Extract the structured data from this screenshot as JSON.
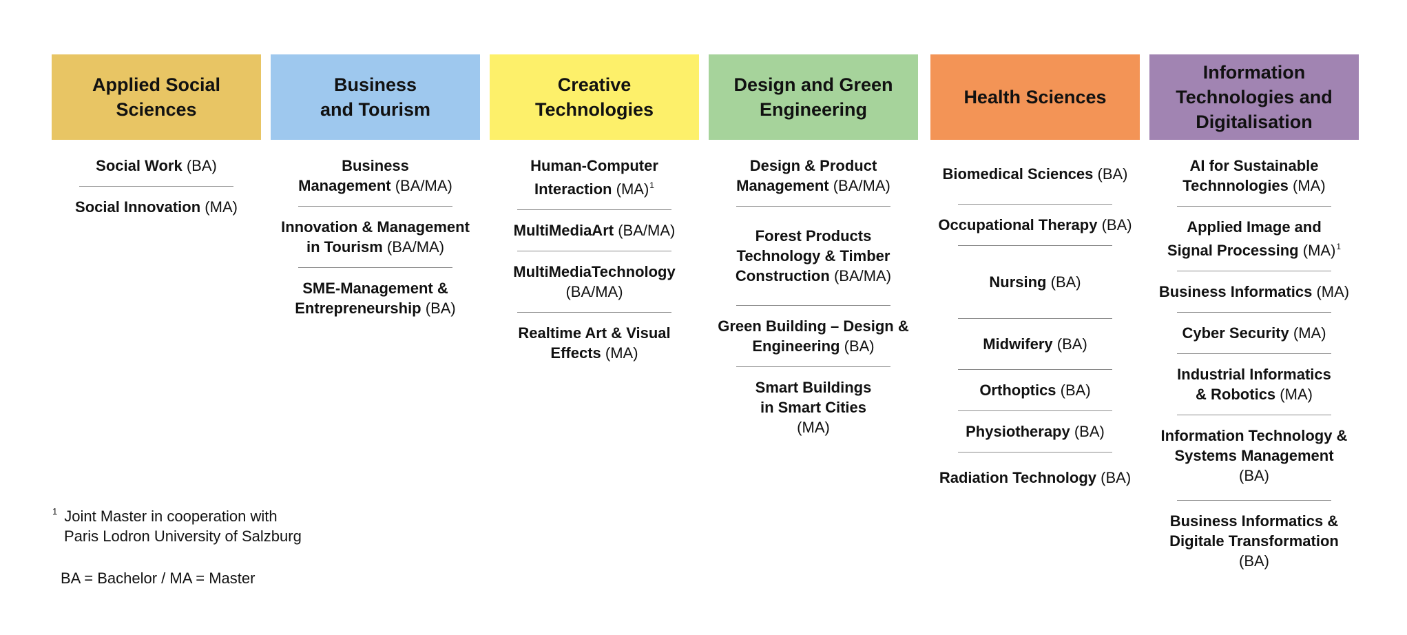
{
  "columns": [
    {
      "title": "Applied Social Sciences",
      "color": "#E8C564",
      "programs": [
        {
          "name": "Social Work",
          "suffix": "(BA)",
          "mark": ""
        },
        {
          "name": "Social Innovation",
          "suffix": "(MA)",
          "mark": ""
        }
      ]
    },
    {
      "title": "Business and Tourism",
      "color": "#9EC8EE",
      "programs": [
        {
          "name": "Business Management",
          "suffix": "(BA/MA)",
          "mark": ""
        },
        {
          "name": "Innovation & Management in Tourism",
          "suffix": "(BA/MA)",
          "mark": ""
        },
        {
          "name": "SME-Management & Entrepreneurship",
          "suffix": "(BA)",
          "mark": ""
        }
      ]
    },
    {
      "title": "Creative Technologies",
      "color": "#FDF06A",
      "programs": [
        {
          "name": "Human-Computer Interaction",
          "suffix": "(MA)",
          "mark": "1"
        },
        {
          "name": "MultiMediaArt",
          "suffix": "(BA/MA)",
          "mark": ""
        },
        {
          "name": "MultiMediaTechnology",
          "suffix": "(BA/MA)",
          "mark": ""
        },
        {
          "name": "Realtime Art & Visual Effects",
          "suffix": "(MA)",
          "mark": ""
        }
      ]
    },
    {
      "title": "Design and Green Engineering",
      "color": "#A6D39B",
      "programs": [
        {
          "name": "Design & Product Management",
          "suffix": "(BA/MA)",
          "mark": ""
        },
        {
          "name": "Forest Products Technology & Timber Construction",
          "suffix": "(BA/MA)",
          "mark": ""
        },
        {
          "name": "Green Building – Design & Engineering",
          "suffix": "(BA)",
          "mark": ""
        },
        {
          "name": "Smart Buildings in Smart Cities",
          "suffix": "(MA)",
          "mark": ""
        }
      ]
    },
    {
      "title": "Health Sciences",
      "color": "#F39456",
      "programs": [
        {
          "name": "Biomedical Sciences",
          "suffix": "(BA)",
          "mark": ""
        },
        {
          "name": "Occupational Therapy",
          "suffix": " (BA)",
          "mark": ""
        },
        {
          "name": "Nursing",
          "suffix": "(BA)",
          "mark": ""
        },
        {
          "name": "Midwifery",
          "suffix": "(BA)",
          "mark": ""
        },
        {
          "name": "Orthoptics",
          "suffix": "(BA)",
          "mark": ""
        },
        {
          "name": "Physiotherapy",
          "suffix": "(BA)",
          "mark": ""
        },
        {
          "name": "Radiation Technology",
          "suffix": "(BA)",
          "mark": ""
        }
      ]
    },
    {
      "title": "Information Technologies and Digitalisation",
      "color": "#A184B2",
      "programs": [
        {
          "name": "AI for Sustainable Technnologies",
          "suffix": "(MA)",
          "mark": ""
        },
        {
          "name": "Applied Image and Signal Processing",
          "suffix": "(MA)",
          "mark": "1"
        },
        {
          "name": "Business Informatics",
          "suffix": "(MA)",
          "mark": ""
        },
        {
          "name": "Cyber Security",
          "suffix": "(MA)",
          "mark": ""
        },
        {
          "name": "Industrial Informatics & Robotics",
          "suffix": "(MA)",
          "mark": ""
        },
        {
          "name": "Information Technology & Systems Management",
          "suffix": "(BA)",
          "mark": ""
        },
        {
          "name": "Business Informatics & Digitale Transformation",
          "suffix": "(BA)",
          "mark": ""
        }
      ]
    }
  ],
  "footnote": {
    "mark": "1",
    "line1": "Joint Master in cooperation with",
    "line2": "Paris Lodron University of Salzburg"
  },
  "legend": "BA = Bachelor / MA = Master"
}
